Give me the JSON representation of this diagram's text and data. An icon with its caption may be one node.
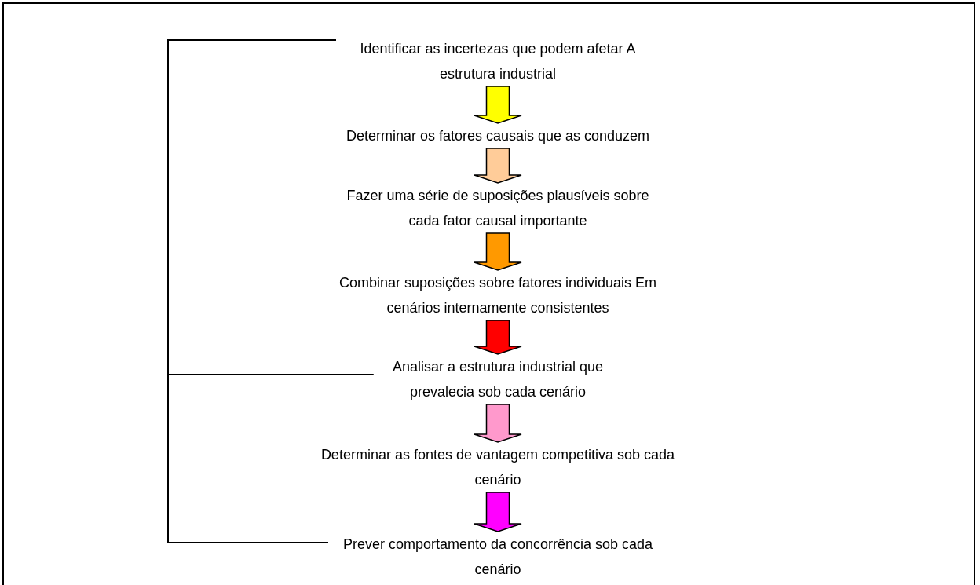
{
  "diagram": {
    "nodes": [
      {
        "text": [
          "Identificar as incertezas que podem afetar A estrutura industrial"
        ]
      },
      {
        "text": [
          "Determinar os fatores  causais que as conduzem"
        ]
      },
      {
        "text": [
          "Fazer uma série de suposições plausíveis sobre cada fator causal importante"
        ]
      },
      {
        "text": [
          "Combinar suposições sobre fatores individuais Em cenários internamente consistentes"
        ]
      },
      {
        "text": [
          "Analisar a estrutura industrial que prevalecia sob cada cenário"
        ]
      },
      {
        "text": [
          "Determinar as fontes de vantagem competitiva sob cada cenário"
        ]
      },
      {
        "text": [
          "Prever comportamento da concorrência sob cada cenário"
        ]
      }
    ],
    "edges": [
      {
        "from": 0,
        "to": 1,
        "arrow": "to",
        "color": "#ffff00"
      },
      {
        "from": 1,
        "to": 2,
        "arrow": "to",
        "color": "#ffcc99"
      },
      {
        "from": 2,
        "to": 3,
        "arrow": "to",
        "color": "#ff9900"
      },
      {
        "from": 3,
        "to": 4,
        "arrow": "to",
        "color": "#ff0000"
      },
      {
        "from": 4,
        "to": 5,
        "arrow": "to",
        "color": "#ff99cc"
      },
      {
        "from": 5,
        "to": 6,
        "arrow": "to",
        "color": "#ff00ff"
      },
      {
        "from": 0,
        "to": 4,
        "arrow": "none"
      },
      {
        "from": 4,
        "to": 6,
        "arrow": "none"
      }
    ]
  }
}
